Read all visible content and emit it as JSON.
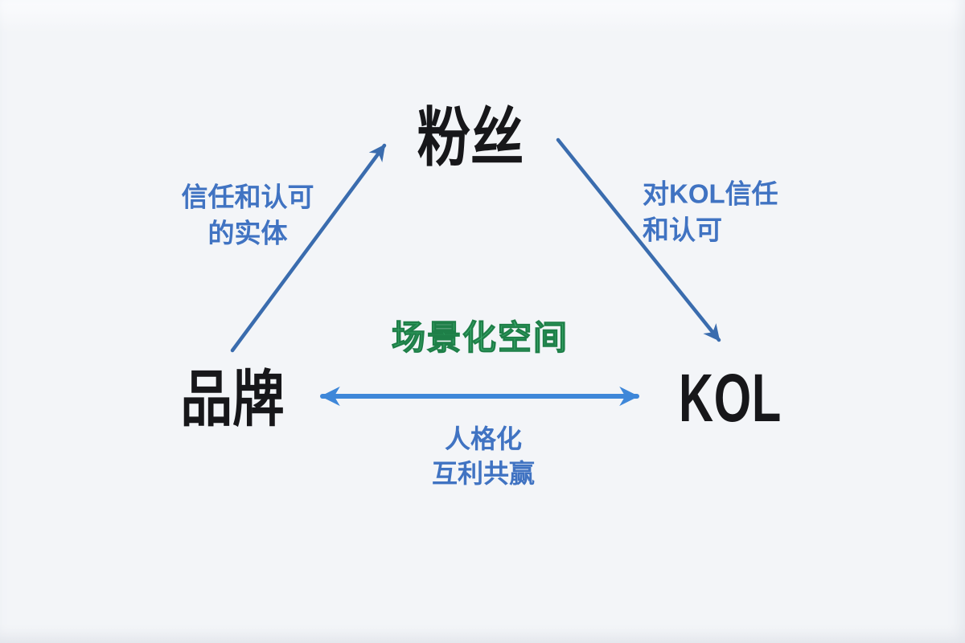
{
  "diagram": {
    "nodes": {
      "fans": {
        "label": "粉丝"
      },
      "brand": {
        "label": "品牌"
      },
      "kol": {
        "label": "KOL"
      }
    },
    "edges": {
      "brand_to_fans": {
        "direction": "brand → fans",
        "label_line1": "信任和认可",
        "label_line2": "的实体"
      },
      "fans_to_kol": {
        "direction": "fans → kol",
        "label_line1": "对KOL信任",
        "label_line2": "和认可"
      },
      "brand_kol": {
        "direction": "bidirectional",
        "label_line1": "人格化",
        "label_line2": "互利共赢"
      }
    },
    "center_label": "场景化空间",
    "colors": {
      "background": "#f3f5f8",
      "node_text": "#17171a",
      "edge_label_blue": "#4073c2",
      "center_green_fill": "#3fb372",
      "center_green_edge": "#1e7f48",
      "diagonal_arrow": "#3a6cae",
      "horizontal_arrow": "#3e87d9"
    }
  }
}
